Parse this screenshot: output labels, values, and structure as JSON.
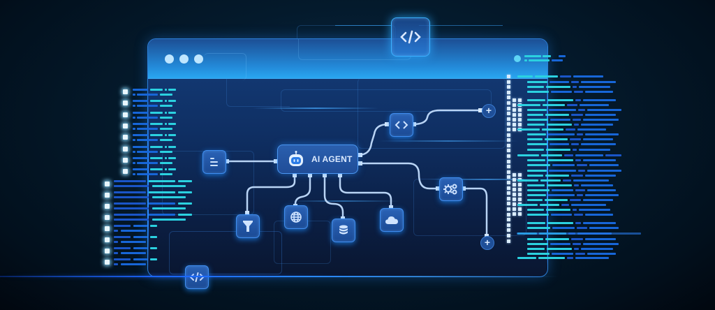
{
  "scene": {
    "type": "illustration",
    "description": "AI agent workflow diagram inside a stylized browser window",
    "colors": {
      "background": "#02101d",
      "window_header": "#2389d8",
      "window_body": "#0f2f63",
      "node_fill": "#1b4a94",
      "node_border": "#3f8df0",
      "connector": "#b9d4f5",
      "accent_cyan": "#2bd6e6",
      "accent_blue": "#1a6ee8"
    }
  },
  "window": {
    "dots": [
      "dot-1",
      "dot-2",
      "dot-3"
    ]
  },
  "agent": {
    "label": "AI AGENT",
    "icon": "robot-icon"
  },
  "nodes": [
    {
      "id": "document",
      "icon": "document-lines-icon"
    },
    {
      "id": "code-brackets",
      "icon": "code-brackets-icon"
    },
    {
      "id": "settings",
      "icon": "gears-icon"
    },
    {
      "id": "filter",
      "icon": "filter-icon"
    },
    {
      "id": "web",
      "icon": "globe-icon"
    },
    {
      "id": "database",
      "icon": "database-icon"
    },
    {
      "id": "cloud",
      "icon": "cloud-icon"
    }
  ],
  "add_buttons": [
    {
      "id": "add-top",
      "label": "+"
    },
    {
      "id": "add-bottom",
      "label": "+"
    }
  ],
  "floating_badges": [
    {
      "id": "top-code",
      "label": "</>"
    },
    {
      "id": "bottom-code",
      "label": "</>"
    }
  ]
}
